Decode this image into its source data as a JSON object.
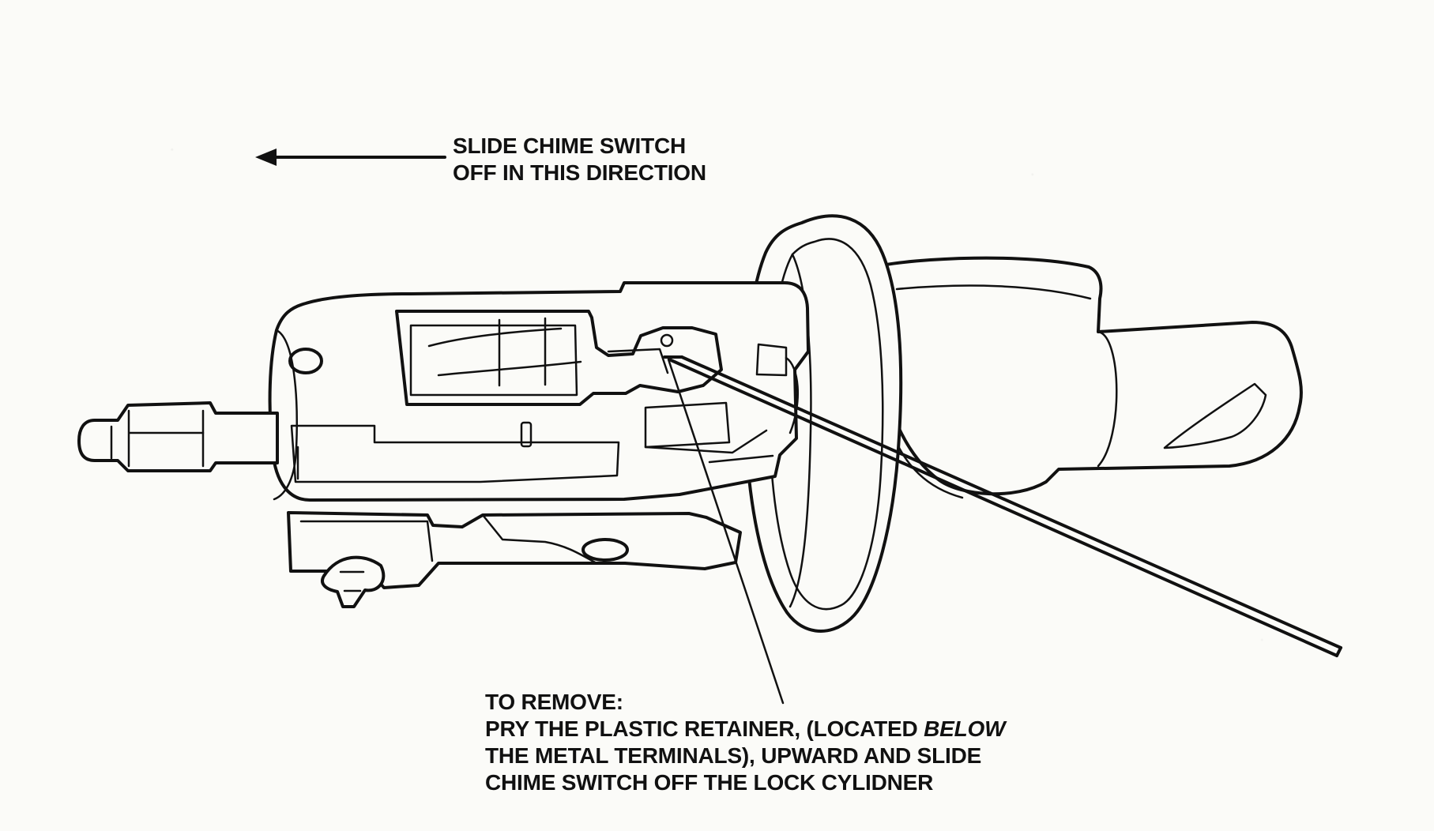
{
  "diagram": {
    "labels": {
      "chime_direction": {
        "line1": "SLIDE CHIME SWITCH",
        "line2": "OFF IN THIS DIRECTION"
      },
      "remove": {
        "line1": "TO REMOVE:",
        "line2a": "PRY THE PLASTIC RETAINER, (LOCATED ",
        "line2b": "BELOW",
        "line3": "THE METAL TERMINALS), UPWARD AND SLIDE",
        "line4": "CHIME SWITCH OFF THE LOCK CYLIDNER"
      }
    }
  }
}
